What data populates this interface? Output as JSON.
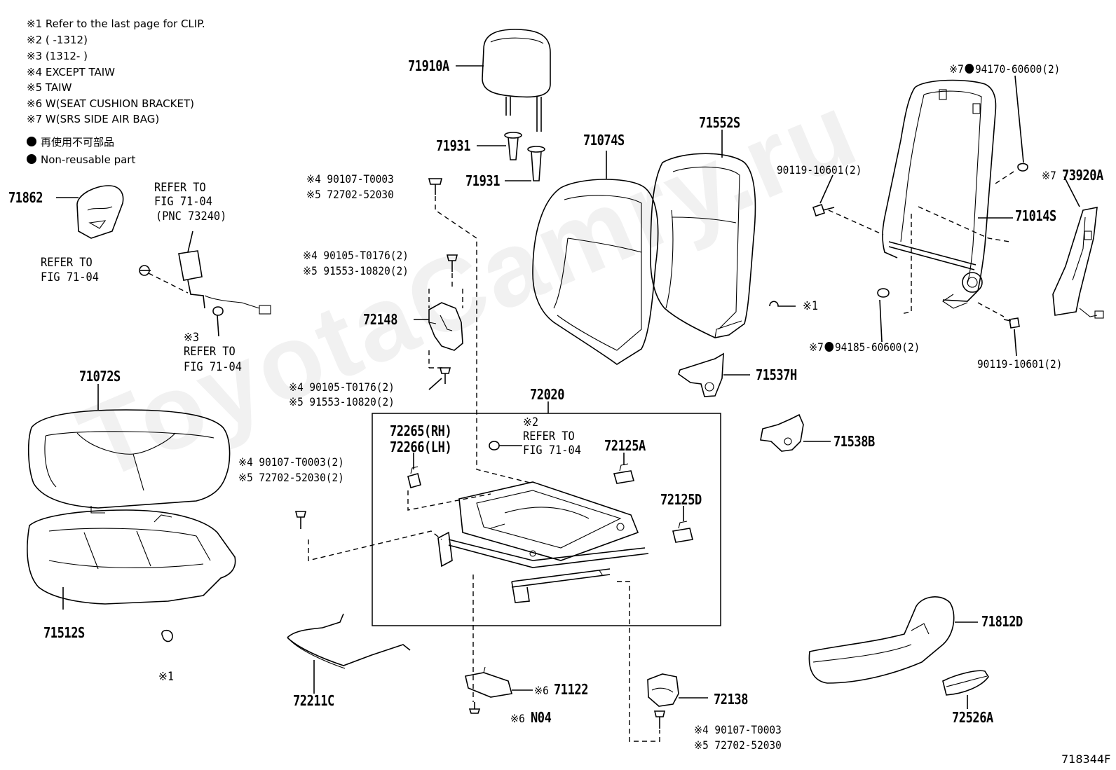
{
  "watermark": "ToyotaCamry.ru",
  "legend": {
    "notes": [
      "※1 Refer to the last page for CLIP.",
      "※2 (       -1312)",
      "※3 (1312-       )",
      "※4 EXCEPT TAIW",
      "※5 TAIW",
      "※6 W(SEAT CUSHION BRACKET)",
      "※7 W(SRS SIDE AIR BAG)"
    ],
    "non_reusable_jp": "再使用不可部品",
    "non_reusable_en": "Non-reusable part"
  },
  "parts": {
    "p71910A": "71910A",
    "p71931a": "71931",
    "p71931b": "71931",
    "p71074S": "71074S",
    "p71552S": "71552S",
    "p71862": "71862",
    "p72148": "72148",
    "p71072S": "71072S",
    "p72020": "72020",
    "p72265": "72265(RH)",
    "p72266": "72266(LH)",
    "p72125A": "72125A",
    "p72125D": "72125D",
    "p71537H": "71537H",
    "p71538B": "71538B",
    "p71014S": "71014S",
    "p73920A": "73920A",
    "p71512S": "71512S",
    "p72211C": "72211C",
    "p71122": "71122",
    "pN04": "N04",
    "p72138": "72138",
    "p71812D": "71812D",
    "p72526A": "72526A"
  },
  "subs": {
    "s1a": "※4  90107-T0003",
    "s1b": "※5  72702-52030",
    "s2a": "※4  90105-T0176(2)",
    "s2b": "※5  91553-10820(2)",
    "s3a": "※4  90105-T0176(2)",
    "s3b": "※5  91553-10820(2)",
    "s4a": "※4  90107-T0003(2)",
    "s4b": "※5  72702-52030(2)",
    "s5a": "※4  90107-T0003",
    "s5b": "※5  72702-52030",
    "s6": "90119-10601(2)",
    "s7": "90119-10601(2)",
    "s8_pre": "※7",
    "s8": "94170-60600(2)",
    "s9_pre": "※7",
    "s9": "94185-60600(2)",
    "s10": "※7",
    "s11": "※6",
    "s12": "※6"
  },
  "refs": {
    "r1a": "REFER TO",
    "r1b": "FIG 71-04",
    "r1c": "(PNC 73240)",
    "r2a": "REFER TO",
    "r2b": "FIG 71-04",
    "r3pre": "※3",
    "r3a": "REFER TO",
    "r3b": "FIG 71-04",
    "r4pre": "※2",
    "r4a": "REFER TO",
    "r4b": "FIG 71-04",
    "clip1": "※1",
    "clip2": "※1"
  },
  "figure_id": "718344F"
}
